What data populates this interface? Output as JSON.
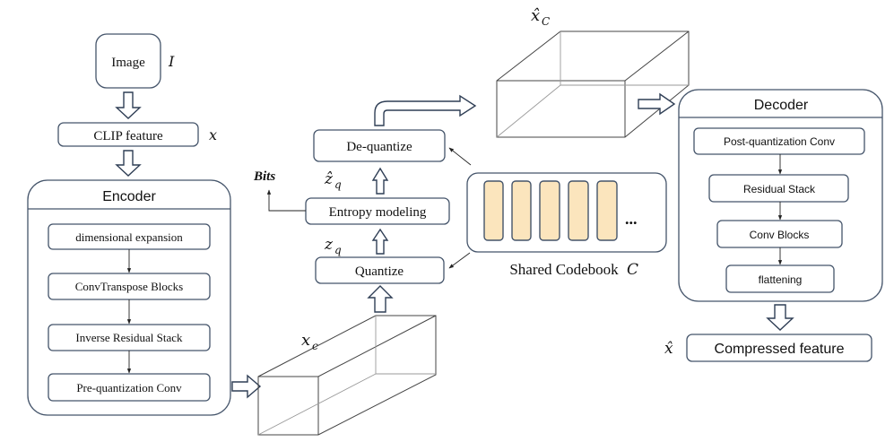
{
  "input": {
    "label": "Image",
    "symbol": "I"
  },
  "clip": {
    "label": "CLIP feature",
    "symbol": "x"
  },
  "encoder": {
    "title": "Encoder",
    "steps": [
      "dimensional expansion",
      "ConvTranspose Blocks",
      "Inverse Residual Stack",
      "Pre-quantization Conv"
    ]
  },
  "latent": {
    "symbol": "x",
    "subscript": "c"
  },
  "quantize": {
    "label": "Quantize",
    "symbol": "z",
    "subscript": "q"
  },
  "entropy": {
    "label": "Entropy modeling",
    "output": "Bits"
  },
  "dequantize": {
    "label": "De-quantize",
    "symbol": "ẑ",
    "subscript": "q"
  },
  "reconstructed": {
    "symbol": "x̂",
    "subscript": "C"
  },
  "codebook": {
    "label": "Shared Codebook",
    "symbol": "C",
    "ellipsis": "..."
  },
  "decoder": {
    "title": "Decoder",
    "steps": [
      "Post-quantization Conv",
      "Residual Stack",
      "Conv Blocks",
      "flattening"
    ]
  },
  "output": {
    "label": "Compressed feature",
    "symbol": "x̂"
  },
  "colors": {
    "box_stroke": "#44546a",
    "codebook_fill": "#fbe5bd",
    "line": "#222222"
  }
}
